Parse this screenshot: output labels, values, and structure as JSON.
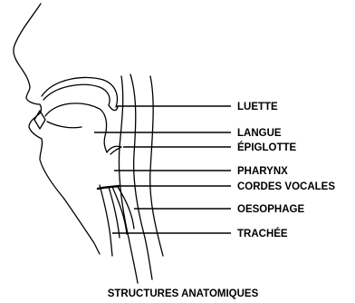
{
  "diagram": {
    "caption": "STRUCTURES ANATOMIQUES",
    "labels": {
      "luette": "LUETTE",
      "langue": "LANGUE",
      "epiglotte": "ÉPIGLOTTE",
      "pharynx": "PHARYNX",
      "cordes_vocales": "CORDES VOCALES",
      "oesophage": "OESOPHAGE",
      "trachee": "TRACHÉE"
    }
  }
}
